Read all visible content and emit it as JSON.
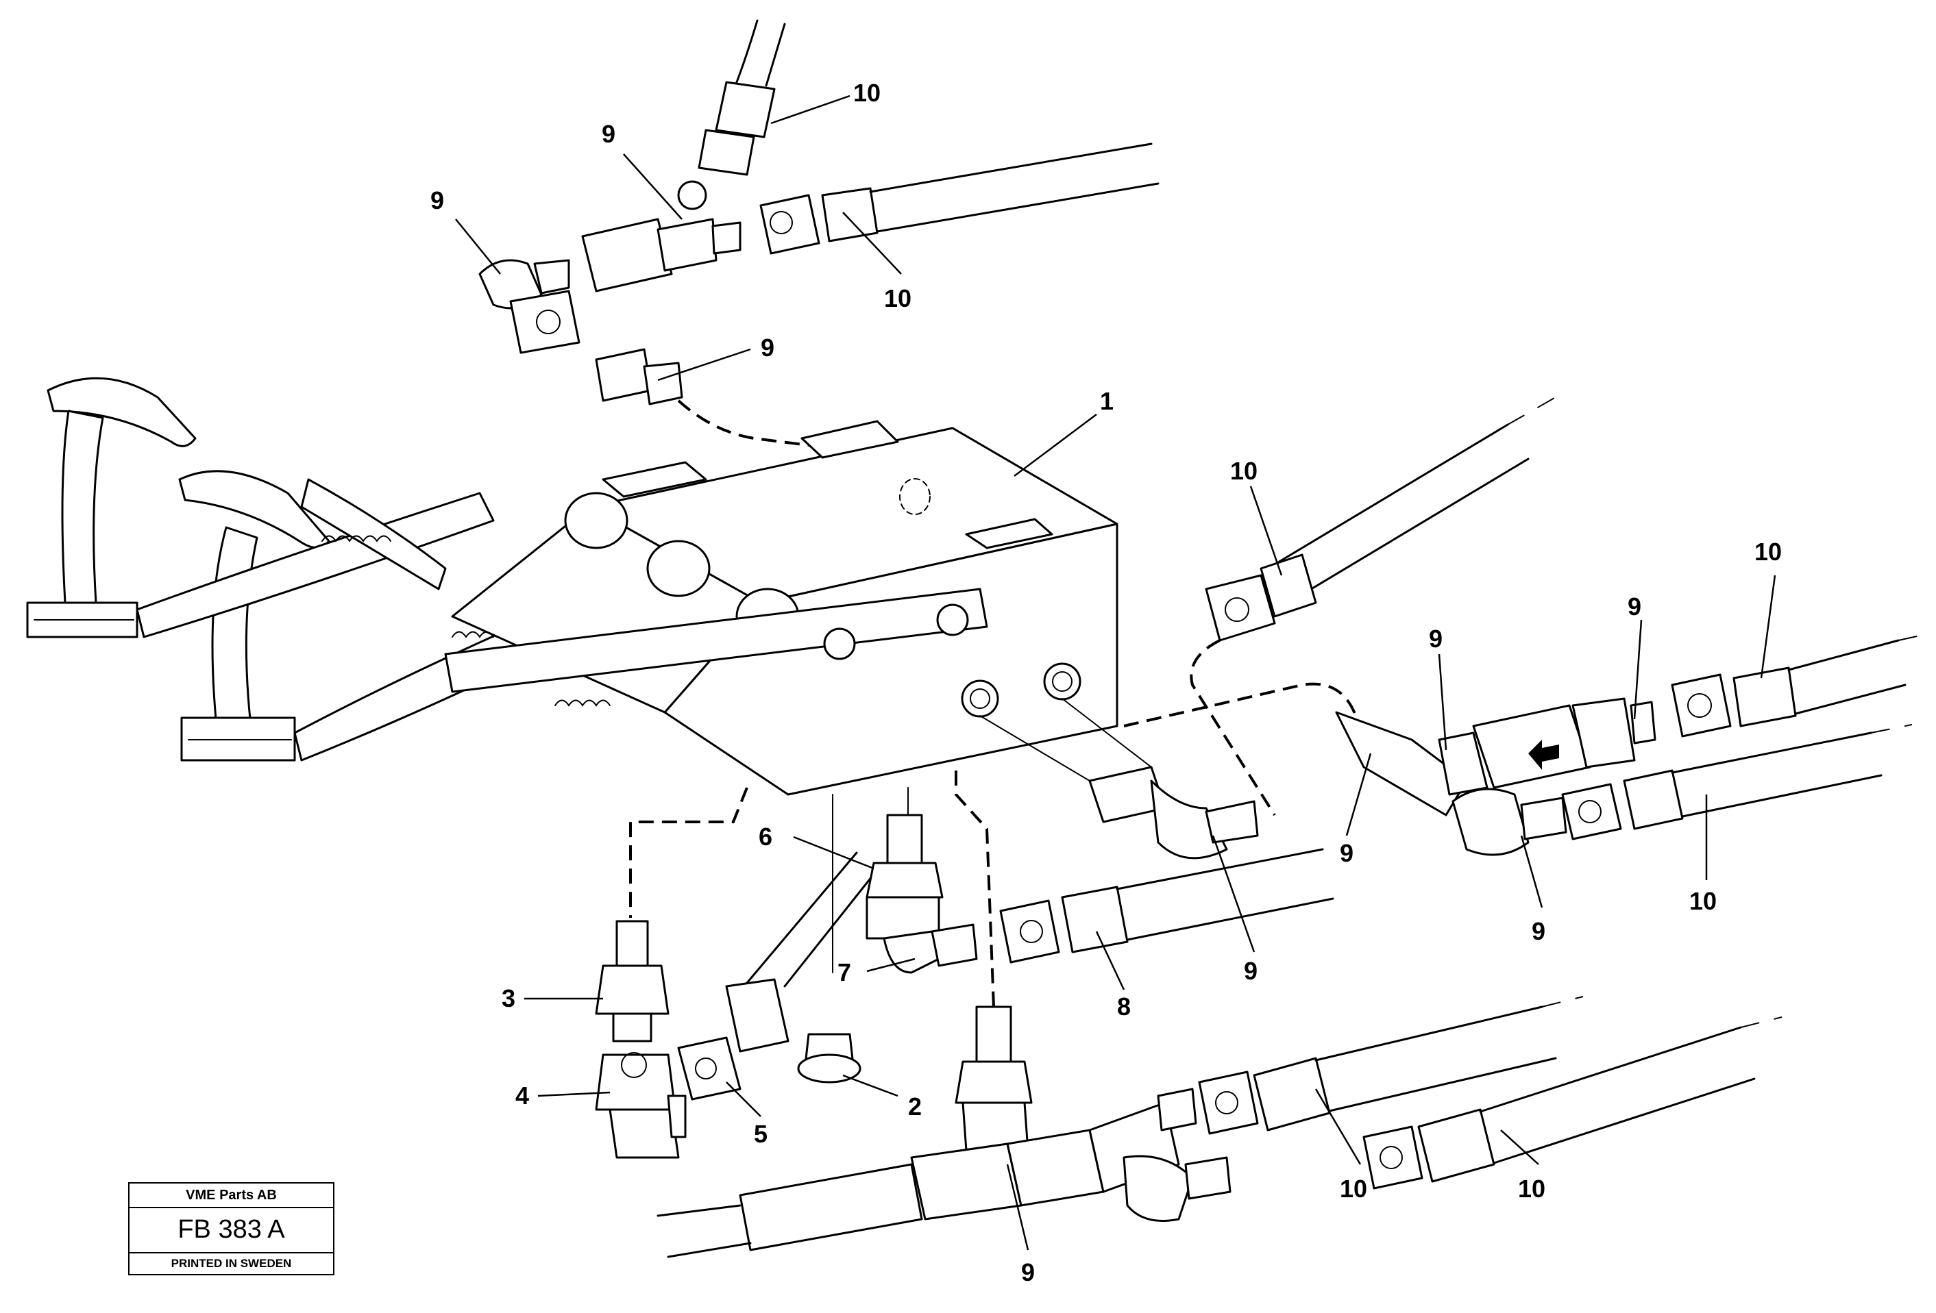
{
  "title_block": {
    "company": "VME Parts AB",
    "drawing_code": "FB 383 A",
    "printed": "PRINTED IN SWEDEN"
  },
  "callouts": [
    {
      "id": "c1",
      "label": "1"
    },
    {
      "id": "c2",
      "label": "2"
    },
    {
      "id": "c3",
      "label": "3"
    },
    {
      "id": "c4",
      "label": "4"
    },
    {
      "id": "c5",
      "label": "5"
    },
    {
      "id": "c6",
      "label": "6"
    },
    {
      "id": "c7",
      "label": "7"
    },
    {
      "id": "c8",
      "label": "8"
    },
    {
      "id": "c9a",
      "label": "9"
    },
    {
      "id": "c9b",
      "label": "9"
    },
    {
      "id": "c9c",
      "label": "9"
    },
    {
      "id": "c9d",
      "label": "9"
    },
    {
      "id": "c9e",
      "label": "9"
    },
    {
      "id": "c9f",
      "label": "9"
    },
    {
      "id": "c9g",
      "label": "9"
    },
    {
      "id": "c9h",
      "label": "9"
    },
    {
      "id": "c9i",
      "label": "9"
    },
    {
      "id": "c10a",
      "label": "10"
    },
    {
      "id": "c10b",
      "label": "10"
    },
    {
      "id": "c10c",
      "label": "10"
    },
    {
      "id": "c10d",
      "label": "10"
    },
    {
      "id": "c10e",
      "label": "10"
    },
    {
      "id": "c10f",
      "label": "10"
    },
    {
      "id": "c10g",
      "label": "10"
    }
  ]
}
